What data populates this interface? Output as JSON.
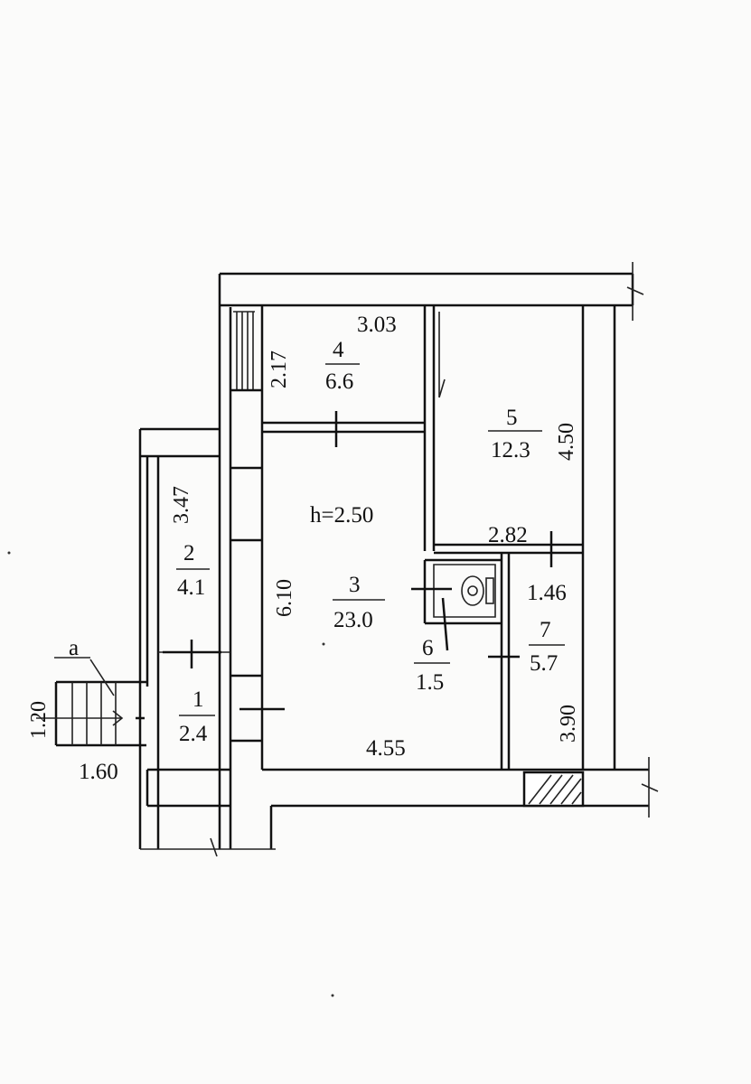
{
  "plan": {
    "ceiling_height": "h=2.50",
    "rooms": [
      {
        "number": "1",
        "area": "2.4"
      },
      {
        "number": "2",
        "area": "4.1"
      },
      {
        "number": "3",
        "area": "23.0"
      },
      {
        "number": "4",
        "area": "6.6"
      },
      {
        "number": "5",
        "area": "12.3"
      },
      {
        "number": "6",
        "area": "1.5"
      },
      {
        "number": "7",
        "area": "5.7"
      }
    ],
    "dimensions": {
      "room4_width": "3.03",
      "room4_depth": "2.17",
      "room5_depth": "4.50",
      "room2_length": "3.47",
      "room3_depth": "6.10",
      "room3_width": "4.55",
      "room7_width": "2.82",
      "room7_partition": "1.46",
      "room7_depth": "3.90",
      "stair_width": "1.20",
      "stair_length": "1.60"
    },
    "stair_label": "a"
  }
}
